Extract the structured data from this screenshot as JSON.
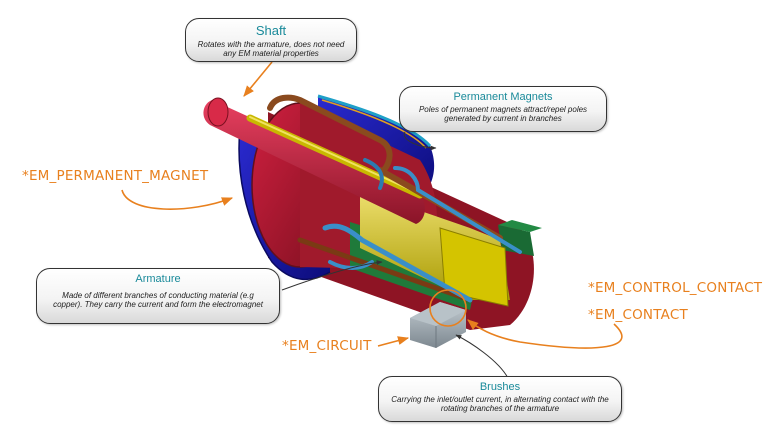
{
  "callouts": {
    "shaft": {
      "title": "Shaft",
      "desc": "Rotates with the armature, does not need any EM material properties"
    },
    "permanent_magnets": {
      "title": "Permanent Magnets",
      "desc": "Poles of permanent magnets attract/repel poles generated by current in branches"
    },
    "armature": {
      "title": "Armature",
      "desc": "Made of different branches of conducting material (e.g copper). They carry the current and form the electromagnet"
    },
    "brushes": {
      "title": "Brushes",
      "desc": "Carrying the inlet/outlet current, in alternating contact with the rotating branches of the armature"
    }
  },
  "keywords": {
    "permanent_magnet": "*EM_PERMANENT_MAGNET",
    "control_contact": "*EM_CONTROL_CONTACT",
    "contact": "*EM_CONTACT",
    "circuit": "*EM_CIRCUIT"
  },
  "colors": {
    "keyword": "#e8801e",
    "callout_title": "#1a8a9a",
    "magnet": "#1a1aa8",
    "armature": "#b01a30",
    "shaft": "#c81f3c",
    "core": "#d4c400",
    "winding": "#8a4a1e",
    "tube": "#3a8fc8",
    "green": "#1f7a3a",
    "brush": "#9aa6ae"
  }
}
